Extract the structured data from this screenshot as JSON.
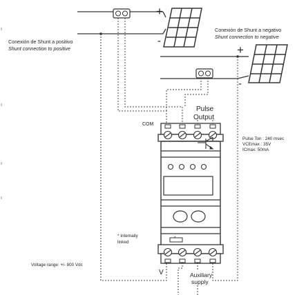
{
  "labels": {
    "shunt_positive_es": "Conexión de Shunt a positivo",
    "shunt_positive_en": "Shunt connection to positive",
    "shunt_negative_es": "Conexión de Shunt a negativo",
    "shunt_negative_en": "Shunt connection to negative",
    "plus_top": "+",
    "minus_top": "-",
    "plus_right": "+",
    "minus_right": "-",
    "pulse_line1": "Pulse",
    "pulse_line2": "Output",
    "com": "COM",
    "pulse_spec_1": "Pulse Ton : 240 msec",
    "pulse_spec_2": "VCEmax : 35V",
    "pulse_spec_3": "ICmax: 50mA",
    "internally_1": "* Internally",
    "internally_2": "linked",
    "voltage_range": "Voltage range: +/- 800 Vdc",
    "v_label": "V",
    "aux_line1": "Auxiliary",
    "aux_line2": "supply",
    "asterisk": "*"
  }
}
